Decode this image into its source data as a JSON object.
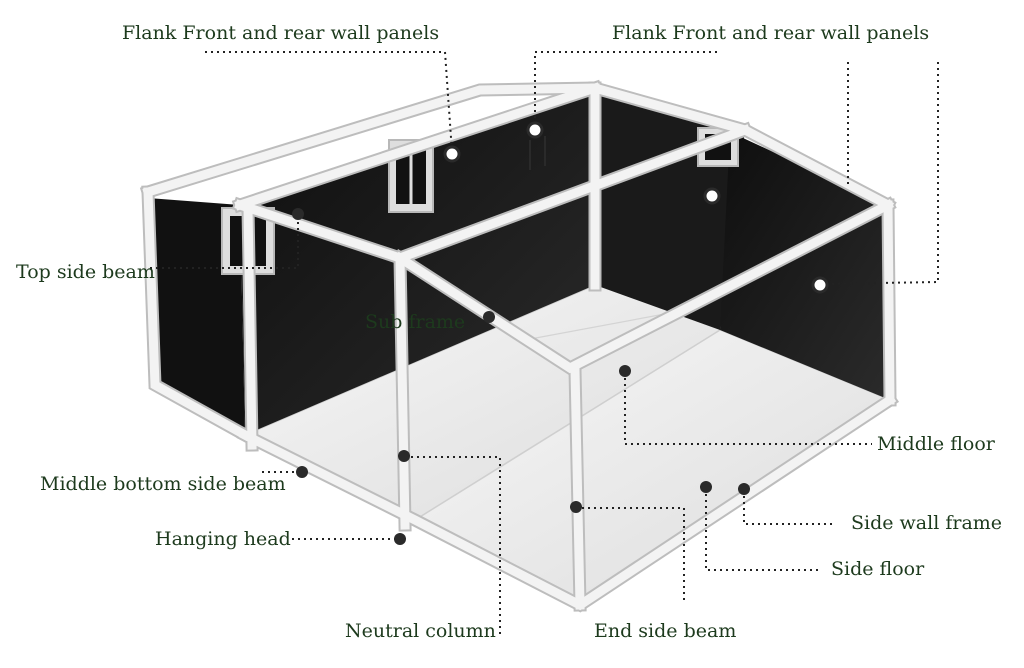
{
  "labels": {
    "flank_left": "Flank Front and rear wall panels",
    "flank_right": "Flank Front and rear wall panels",
    "top_side_beam": "Top side beam",
    "sub_frame": "Sub frame",
    "middle_floor": "Middle floor",
    "middle_bottom_side_beam": "Middle bottom side beam",
    "side_wall_frame": "Side wall frame",
    "hanging_head": "Hanging head",
    "side_floor": "Side floor",
    "neutral_column": "Neutral column",
    "end_side_beam": "End side beam"
  },
  "colors": {
    "label_text": "#1d3a1d",
    "wall_panel": "#161616",
    "frame": "#e6e6e6",
    "floor": "#ececec",
    "marker": "#2a2a2a",
    "leader_line": "#222222"
  }
}
